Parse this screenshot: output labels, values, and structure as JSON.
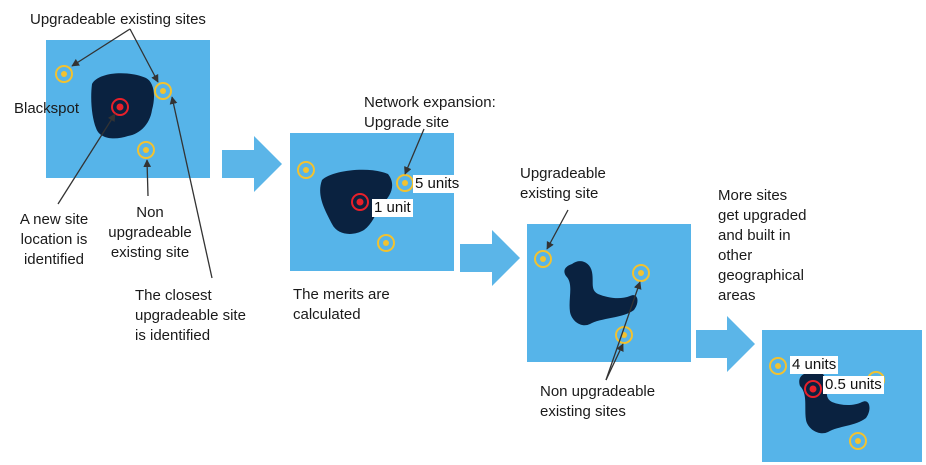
{
  "labels": {
    "upgradeable_existing_sites": "Upgradeable existing sites",
    "blackspot": "Blackspot",
    "new_site": [
      "A new site",
      "location is",
      "identified"
    ],
    "non_upgradeable": [
      "Non",
      "upgradeable",
      "existing site"
    ],
    "closest_upgradeable": [
      "The closest",
      "upgradeable site",
      "is identified"
    ],
    "network_expansion": [
      "Network expansion:",
      "Upgrade site"
    ],
    "five_units": "5 units",
    "one_unit": "1 unit",
    "merits": [
      "The merits are",
      "calculated"
    ],
    "upgradeable_existing_site": [
      "Upgradeable",
      "existing site"
    ],
    "non_upgradeable_existing_sites": [
      "Non upgradeable",
      "existing sites"
    ],
    "more_sites": [
      "More sites",
      "get upgraded",
      "and built in",
      "other",
      "geographical",
      "areas"
    ],
    "four_units": "4 units",
    "half_units": "0.5 units"
  },
  "colors": {
    "map_blue": "#56B4E9",
    "blackspot": "#0A2240",
    "arrow_blue": "#5BB5E8",
    "site_ring": "#F2C230",
    "new_site_ring": "#E8202A"
  }
}
